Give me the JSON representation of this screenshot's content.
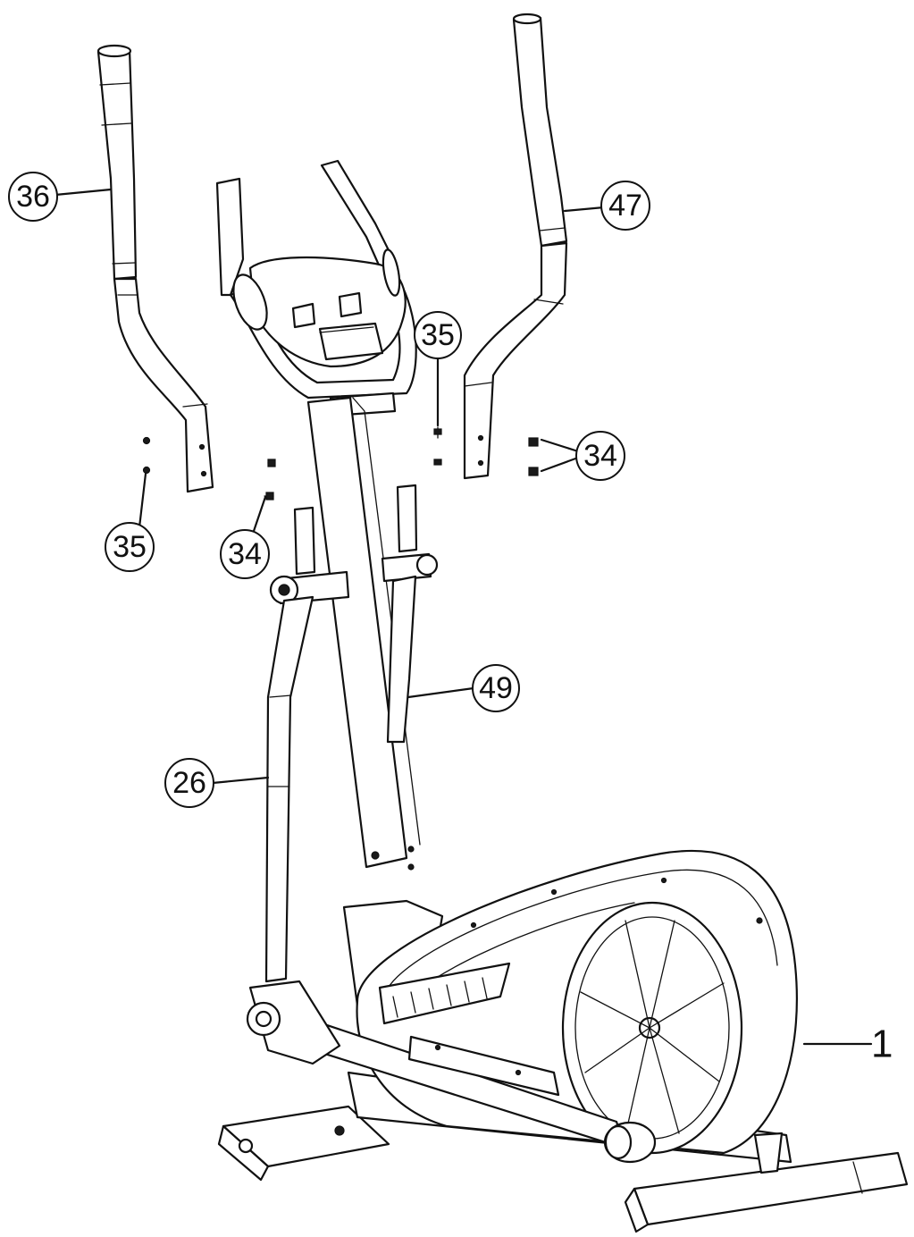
{
  "callouts": [
    {
      "id": "c36",
      "label": "36"
    },
    {
      "id": "c47",
      "label": "47"
    },
    {
      "id": "c35a",
      "label": "35"
    },
    {
      "id": "c34a",
      "label": "34"
    },
    {
      "id": "c35b",
      "label": "35"
    },
    {
      "id": "c34b",
      "label": "34"
    },
    {
      "id": "c49",
      "label": "49"
    },
    {
      "id": "c26",
      "label": "26"
    }
  ],
  "plain_label": "1"
}
